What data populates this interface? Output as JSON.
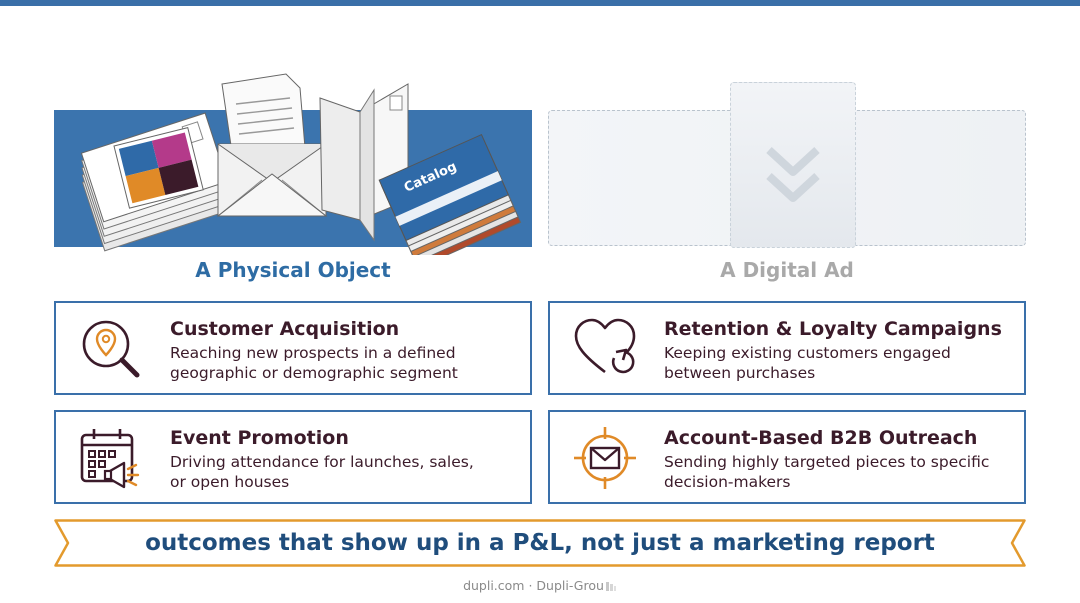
{
  "left": {
    "caption": "A Physical Object",
    "catalog_label": "Catalog"
  },
  "right": {
    "caption": "A Digital Ad"
  },
  "cards": [
    {
      "title": "Customer Acquisition",
      "desc_line1": "Reaching new prospects in a defined",
      "desc_line2": "geographic or demographic segment",
      "icon": "location-search-icon"
    },
    {
      "title": "Retention & Loyalty Campaigns",
      "desc_line1": "Keeping existing customers engaged",
      "desc_line2": "between purchases",
      "icon": "heart-refresh-icon"
    },
    {
      "title": "Event Promotion",
      "desc_line1": "Driving attendance for launches, sales,",
      "desc_line2": "or open houses",
      "icon": "calendar-megaphone-icon"
    },
    {
      "title": "Account-Based B2B Outreach",
      "desc_line1": "Sending highly targeted pieces to specific",
      "desc_line2": "decision-makers",
      "icon": "target-envelope-icon"
    }
  ],
  "banner": {
    "text": "outcomes that show up in a P&L, not just a marketing report"
  },
  "footer": {
    "text": "dupli.com · Dupli-Grou"
  },
  "colors": {
    "accent_blue": "#3a70aa",
    "caption_blue": "#2e6ca4",
    "dark_text": "#3b1b2a",
    "banner_orange": "#e39a2d",
    "banner_text": "#1f4d7c",
    "muted_gray": "#a9a9a9"
  }
}
